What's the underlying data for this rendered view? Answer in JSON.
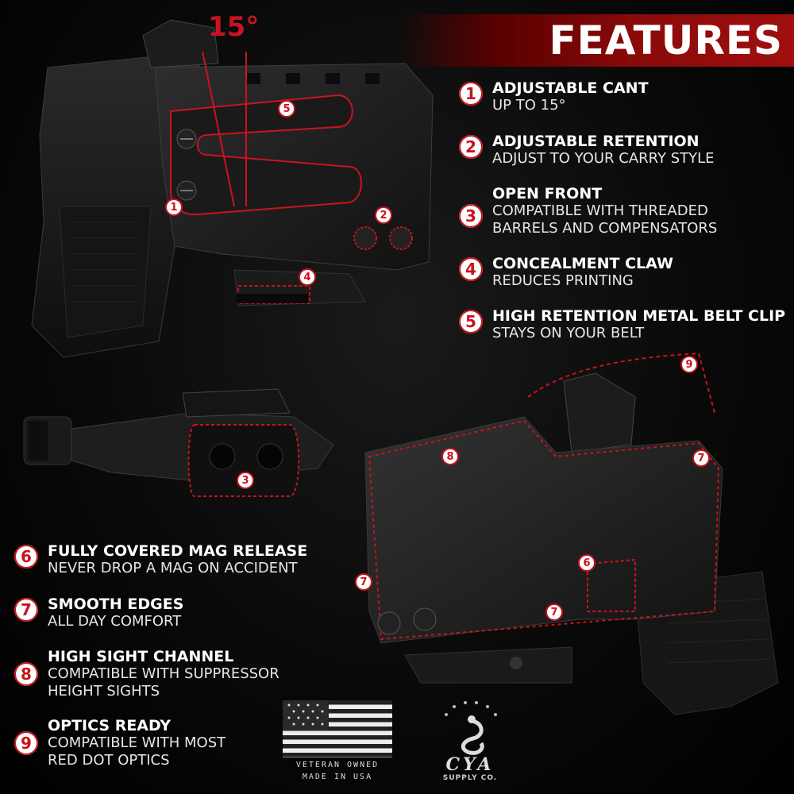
{
  "header": {
    "title": "FEATURES"
  },
  "angle_label": "15°",
  "features": [
    {
      "num": "1",
      "title": "ADJUSTABLE CANT",
      "desc": [
        "UP TO 15°"
      ]
    },
    {
      "num": "2",
      "title": "ADJUSTABLE RETENTION",
      "desc": [
        "ADJUST TO YOUR CARRY STYLE"
      ]
    },
    {
      "num": "3",
      "title": "OPEN FRONT",
      "desc": [
        "COMPATIBLE WITH THREADED",
        "BARRELS AND COMPENSATORS"
      ]
    },
    {
      "num": "4",
      "title": "CONCEALMENT CLAW",
      "desc": [
        "REDUCES PRINTING"
      ]
    },
    {
      "num": "5",
      "title": "HIGH RETENTION METAL BELT CLIP",
      "desc": [
        "STAYS ON YOUR BELT"
      ]
    },
    {
      "num": "6",
      "title": "FULLY COVERED MAG RELEASE",
      "desc": [
        "NEVER DROP A MAG ON ACCIDENT"
      ]
    },
    {
      "num": "7",
      "title": "SMOOTH EDGES",
      "desc": [
        "ALL DAY COMFORT"
      ]
    },
    {
      "num": "8",
      "title": "HIGH SIGHT CHANNEL",
      "desc": [
        "COMPATIBLE WITH SUPPRESSOR",
        "HEIGHT SIGHTS"
      ]
    },
    {
      "num": "9",
      "title": "OPTICS READY",
      "desc": [
        "COMPATIBLE WITH MOST",
        "RED DOT OPTICS"
      ]
    }
  ],
  "callouts": {
    "top_1": "1",
    "top_2": "2",
    "top_4": "4",
    "top_5": "5",
    "mid_3": "3",
    "bot_6": "6",
    "bot_7a": "7",
    "bot_7b": "7",
    "bot_7c": "7",
    "bot_8": "8",
    "bot_9": "9"
  },
  "footer": {
    "veteran_line1": "VETERAN OWNED",
    "veteran_line2": "MADE IN USA",
    "brand_main": "CYA",
    "brand_sub": "SUPPLY CO."
  },
  "colors": {
    "accent": "#c8141e",
    "background": "#000000",
    "text": "#ffffff"
  }
}
